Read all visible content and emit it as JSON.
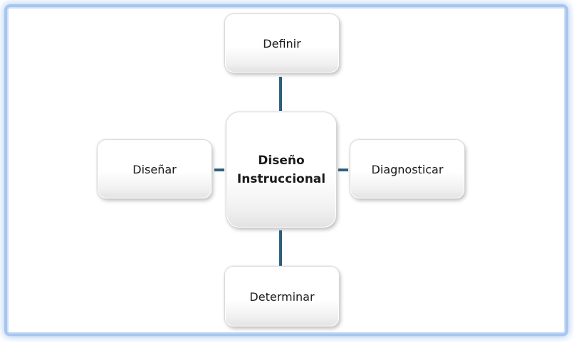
{
  "diagram": {
    "center": {
      "line1": "Diseño",
      "line2": "Instruccional"
    },
    "top": "Definir",
    "left": "Diseñar",
    "right": "Diagnosticar",
    "bottom": "Determinar"
  },
  "colors": {
    "connector": "#2e5f7f",
    "frame_glow": "#a7c6ef"
  }
}
